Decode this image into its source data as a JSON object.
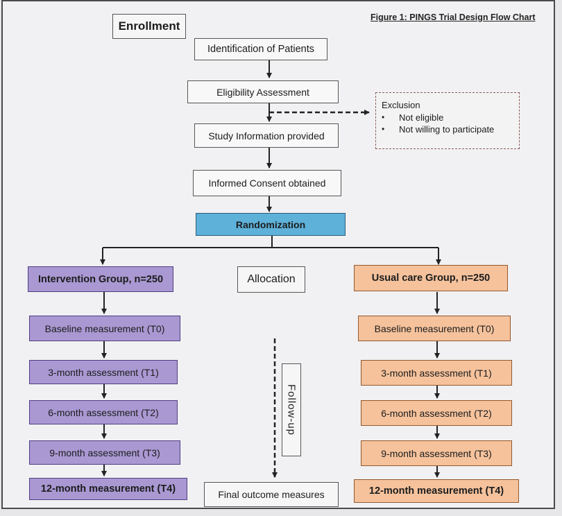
{
  "title": "Figure 1: PINGS Trial Design Flow Chart",
  "labels": {
    "enrollment": "Enrollment",
    "allocation": "Allocation",
    "follow_up": "Follow-up"
  },
  "steps": {
    "identification": "Identification of Patients",
    "eligibility": "Eligibility Assessment",
    "study_info": "Study Information provided",
    "consent": "Informed Consent obtained",
    "randomization": "Randomization"
  },
  "exclusion": {
    "heading": "Exclusion",
    "items": [
      "Not eligible",
      "Not willing to participate"
    ]
  },
  "intervention": {
    "group": "Intervention Group, n=250",
    "baseline": "Baseline measurement (T0)",
    "t1": "3-month assessment (T1)",
    "t2": "6-month assessment (T2)",
    "t3": "9-month assessment (T3)",
    "t4": "12-month measurement (T4)"
  },
  "usual_care": {
    "group": "Usual care Group, n=250",
    "baseline": "Baseline measurement (T0)",
    "t1": "3-month assessment (T1)",
    "t2": "6-month assessment (T2)",
    "t3": "9-month assessment (T3)",
    "t4": "12-month measurement (T4)"
  },
  "final": "Final outcome measures",
  "colors": {
    "randomization": "#5eb1d9",
    "intervention": "#a998d2",
    "usual_care": "#f5c29c"
  }
}
